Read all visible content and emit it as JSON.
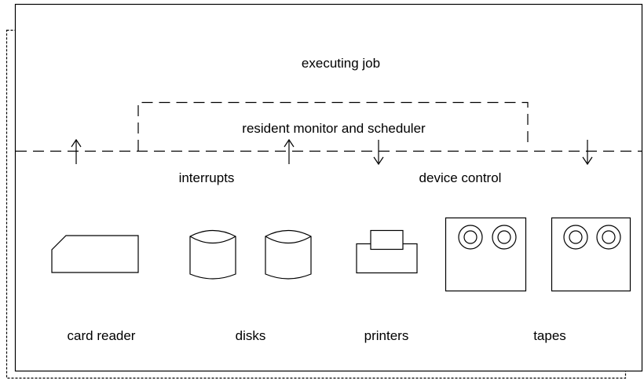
{
  "diagram": {
    "labels": {
      "executing_job": "executing job",
      "resident_monitor": "resident monitor and scheduler",
      "interrupts": "interrupts",
      "device_control": "device control",
      "card_reader": "card reader",
      "disks": "disks",
      "printers": "printers",
      "tapes": "tapes"
    },
    "icons": {
      "arrows_up": [
        "up-arrow-icon",
        "up-arrow-icon"
      ],
      "arrows_down": [
        "down-arrow-icon",
        "down-arrow-icon"
      ],
      "devices": [
        "card-reader-icon",
        "disk-icon",
        "disk-icon",
        "printer-icon",
        "tape-drive-icon",
        "tape-drive-icon"
      ]
    },
    "colors": {
      "line": "#000000",
      "background": "#ffffff"
    }
  }
}
